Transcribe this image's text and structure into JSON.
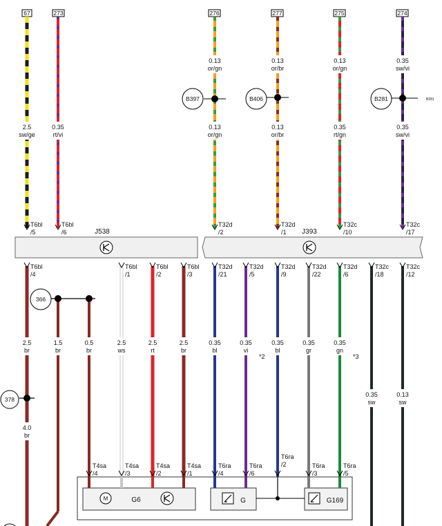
{
  "references": {
    "top": [
      "67",
      "273",
      "276",
      "277",
      "275",
      "274"
    ],
    "left": [
      "366",
      "378"
    ],
    "splices": [
      "B397",
      "B406",
      "B281"
    ],
    "small_note": "B281"
  },
  "modules": {
    "left": "J538",
    "right": "J393"
  },
  "wires": [
    {
      "size": "2.5",
      "color": "sw/ge",
      "pin": "T6bl",
      "pin_no": "/5"
    },
    {
      "size": "0.35",
      "color": "rt/vi",
      "pin": "T6bl",
      "pin_no": "/6"
    },
    {
      "size_top": "0.13",
      "color_top": "or/gn",
      "size": "0.13",
      "color": "or/gn",
      "pin": "T32d",
      "pin_no": "/2"
    },
    {
      "size_top": "0.13",
      "color_top": "or/br",
      "size": "0.13",
      "color": "or/br",
      "pin": "T32d",
      "pin_no": "/1"
    },
    {
      "size_top": "0.13",
      "color_top": "or/gn",
      "size": "0.35",
      "color": "rt/gn",
      "pin": "T32c",
      "pin_no": "/10"
    },
    {
      "size_top": "0.35",
      "color_top": "sw/vi",
      "size": "0.35",
      "color": "sw/vi",
      "pin": "T32c",
      "pin_no": "/17"
    }
  ],
  "lower_pins": [
    {
      "pin": "T6bl",
      "pin_no": "/4"
    },
    {
      "pin": "T6bl",
      "pin_no": "/1"
    },
    {
      "pin": "T6bl",
      "pin_no": "/2"
    },
    {
      "pin": "T6bl",
      "pin_no": "/3"
    },
    {
      "pin": "T32d",
      "pin_no": "/21"
    },
    {
      "pin": "T32d",
      "pin_no": "/5"
    },
    {
      "pin": "T32d",
      "pin_no": "/9"
    },
    {
      "pin": "T32d",
      "pin_no": "/22"
    },
    {
      "pin": "T32d",
      "pin_no": "/6"
    },
    {
      "pin": "T32c",
      "pin_no": "/18"
    },
    {
      "pin": "T32c",
      "pin_no": "/12"
    }
  ],
  "lower_wires": [
    {
      "size": "2.5",
      "color": "br"
    },
    {
      "size": "1.5",
      "color": "br"
    },
    {
      "size": "0.5",
      "color": "br"
    },
    {
      "size": "2.5",
      "color": "ws"
    },
    {
      "size": "2.5",
      "color": "rt"
    },
    {
      "size": "2.5",
      "color": "br"
    },
    {
      "size": "0.35",
      "color": "bl"
    },
    {
      "size": "0.35",
      "color": "vi"
    },
    {
      "size": "0.35",
      "color": "bl"
    },
    {
      "size": "0.35",
      "color": "gr"
    },
    {
      "size": "0.35",
      "color": "gn"
    },
    {
      "size": "0.35",
      "color": "sw"
    },
    {
      "size": "0.13",
      "color": "sw"
    }
  ],
  "extra_wire": {
    "size": "4.0",
    "color": "br"
  },
  "notes": [
    "*2",
    "*3"
  ],
  "bottom_pins": [
    {
      "pin": "T4sa",
      "pin_no": "/4"
    },
    {
      "pin": "T4sa",
      "pin_no": "/3"
    },
    {
      "pin": "T4sa",
      "pin_no": "/2"
    },
    {
      "pin": "T4sa",
      "pin_no": "/1"
    },
    {
      "pin": "T6ra",
      "pin_no": "/4"
    },
    {
      "pin": "T6ra",
      "pin_no": "/6"
    },
    {
      "pin": "T6ra",
      "pin_no": "/2"
    },
    {
      "pin": "T6ra",
      "pin_no": "/3"
    },
    {
      "pin": "T6ra",
      "pin_no": "/5"
    }
  ],
  "components": [
    "G6",
    "G",
    "G169"
  ],
  "icons": {
    "motor": "M",
    "module": "transistor-icon",
    "sensor": "sensor-icon"
  },
  "colors": {
    "black": "#1a1a1a",
    "yellow": "#f1e21c",
    "red": "#d8262e",
    "violet": "#6b2d92",
    "orange": "#f0a020",
    "green": "#3a9a3a",
    "brown": "#8a2a26",
    "blue": "#2a3590",
    "grey": "#7a7a7a",
    "darkgreen": "#1f2a22",
    "emerald": "#1e8a3a"
  }
}
